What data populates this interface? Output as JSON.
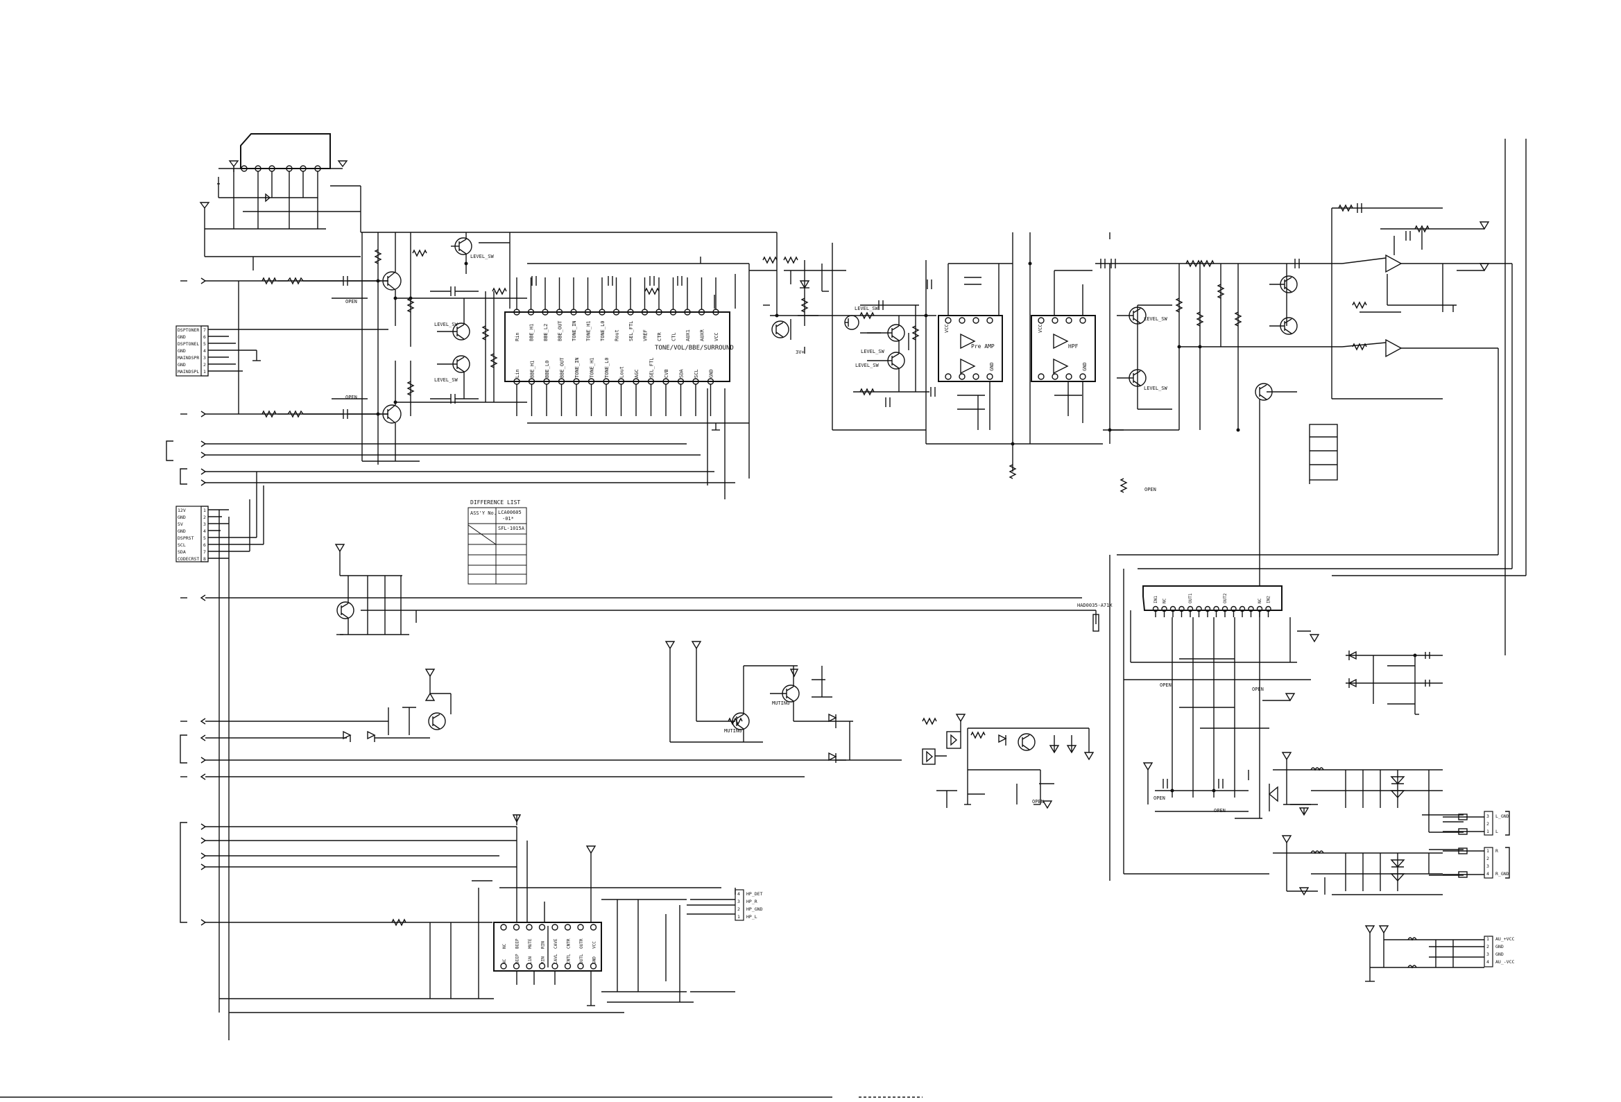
{
  "diagram": {
    "ic_main": {
      "label": "TONE/VOL/BBE/SURROUND",
      "pins_top": [
        "Rin",
        "BBE_H1",
        "BBE_L2",
        "BBE_OUT",
        "TONE_IN",
        "TONE_H1",
        "TONE_L0",
        "Rout",
        "SEL_FTL",
        "VREF",
        "CTR",
        "CTL",
        "AUX1",
        "AUXR",
        "VCC"
      ],
      "pins_bottom": [
        "Lin",
        "BBE_H1",
        "BBE_L0",
        "BBE_OUT",
        "TONE_IN",
        "TONE_H1",
        "TONE_L0",
        "Lout",
        "AGC",
        "SEL_FTL",
        "CVB",
        "SDA",
        "SCL",
        "GND"
      ]
    },
    "ic_preamp": {
      "label": "Pre AMP",
      "pin_left": "VCC",
      "pin_right": "GND"
    },
    "ic_hpf": {
      "label": "HPF",
      "pin_left": "VCC",
      "pin_right": "GND"
    },
    "ic_hp": {
      "pins_top": [
        "NC",
        "BEEP",
        "MUTE",
        "RIN",
        "CAVE",
        "CNTR",
        "OUTR",
        "VCC"
      ],
      "pins_bottom": [
        "NC",
        "BEEP",
        "L1N",
        "RIN",
        "CAVL",
        "CNTL",
        "OUTL",
        "GND"
      ]
    },
    "ic_power": {
      "pins": [
        "IN1",
        "NC",
        "",
        "",
        "OUT1",
        "",
        "",
        "",
        "OUT2",
        "",
        "",
        "",
        "NC",
        "IN2"
      ],
      "part": "HAD0035-A71X"
    },
    "labels": {
      "level_sw": "LEVEL_SW",
      "open": "OPEN",
      "muting": "MUTING",
      "three_v": "3V+"
    },
    "conn_left1": {
      "rows": [
        {
          "label": "DSPTONER",
          "pin": "7"
        },
        {
          "label": "GND",
          "pin": "6"
        },
        {
          "label": "DSPTONEL",
          "pin": "5"
        },
        {
          "label": "GND",
          "pin": "4"
        },
        {
          "label": "MAINDSPR",
          "pin": "3"
        },
        {
          "label": "GND",
          "pin": "2"
        },
        {
          "label": "MAINDSPL",
          "pin": "1"
        }
      ]
    },
    "conn_left2": {
      "rows": [
        {
          "label": "12V",
          "pin": "1"
        },
        {
          "label": "GND",
          "pin": "2"
        },
        {
          "label": "5V",
          "pin": "3"
        },
        {
          "label": "GND",
          "pin": "4"
        },
        {
          "label": "DSPRST",
          "pin": "5"
        },
        {
          "label": "SCL",
          "pin": "6"
        },
        {
          "label": "SDA",
          "pin": "7"
        },
        {
          "label": "CODECRST",
          "pin": "8"
        }
      ]
    },
    "difference_list": {
      "title": "DIFFERENCE LIST",
      "col1": "ASS'Y\nNo.",
      "col2_line1": "LCA00605",
      "col2_line2": "-01*",
      "col2_row2": "SFL-1015A"
    },
    "conn_hp": {
      "rows": [
        {
          "pin": "4",
          "label": "HP_DET"
        },
        {
          "pin": "3",
          "label": "HP_R"
        },
        {
          "pin": "2",
          "label": "HP_GND"
        },
        {
          "pin": "1",
          "label": "HP_L"
        }
      ]
    },
    "conn_out_l": {
      "rows": [
        {
          "pin": "3",
          "label": "L_GND"
        },
        {
          "pin": "2",
          "label": ""
        },
        {
          "pin": "1",
          "label": "L"
        }
      ]
    },
    "conn_out_r": {
      "rows": [
        {
          "pin": "1",
          "label": "R"
        },
        {
          "pin": "2",
          "label": ""
        },
        {
          "pin": "3",
          "label": ""
        },
        {
          "pin": "4",
          "label": "R_GND"
        }
      ]
    },
    "conn_power": {
      "rows": [
        {
          "pin": "1",
          "label": "AU_+VCC"
        },
        {
          "pin": "2",
          "label": "GND"
        },
        {
          "pin": "3",
          "label": "GND"
        },
        {
          "pin": "4",
          "label": "AU_-VCC"
        }
      ]
    }
  }
}
